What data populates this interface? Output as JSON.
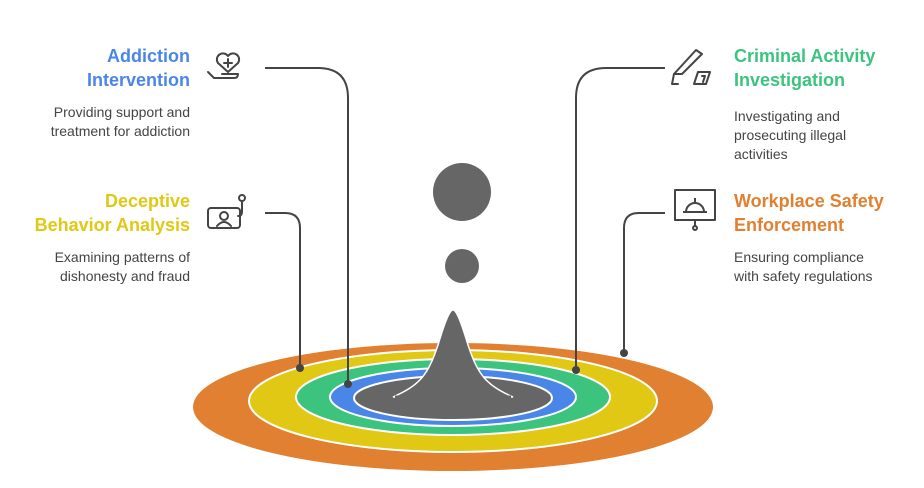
{
  "colors": {
    "addiction": "#4a86e8",
    "criminal": "#3cc47f",
    "deceptive": "#e0c814",
    "workplace": "#e08030",
    "core": "#666666",
    "line": "#444444"
  },
  "items": [
    {
      "title_1": "Addiction",
      "title_2": "Intervention",
      "desc_1": "Providing support and",
      "desc_2": "treatment for addiction",
      "icon": "heart-hand-icon"
    },
    {
      "title_1": "Deceptive",
      "title_2": "Behavior Analysis",
      "desc_1": "Examining patterns of",
      "desc_2": "dishonesty and fraud",
      "icon": "person-hook-icon"
    },
    {
      "title_1": "Criminal Activity",
      "title_2": "Investigation",
      "desc_1": "Investigating and",
      "desc_2": "prosecuting illegal",
      "desc_3": "activities",
      "icon": "knife-evidence-icon"
    },
    {
      "title_1": "Workplace Safety",
      "title_2": "Enforcement",
      "desc_1": "Ensuring compliance",
      "desc_2": "with safety regulations",
      "icon": "hardhat-board-icon"
    }
  ]
}
